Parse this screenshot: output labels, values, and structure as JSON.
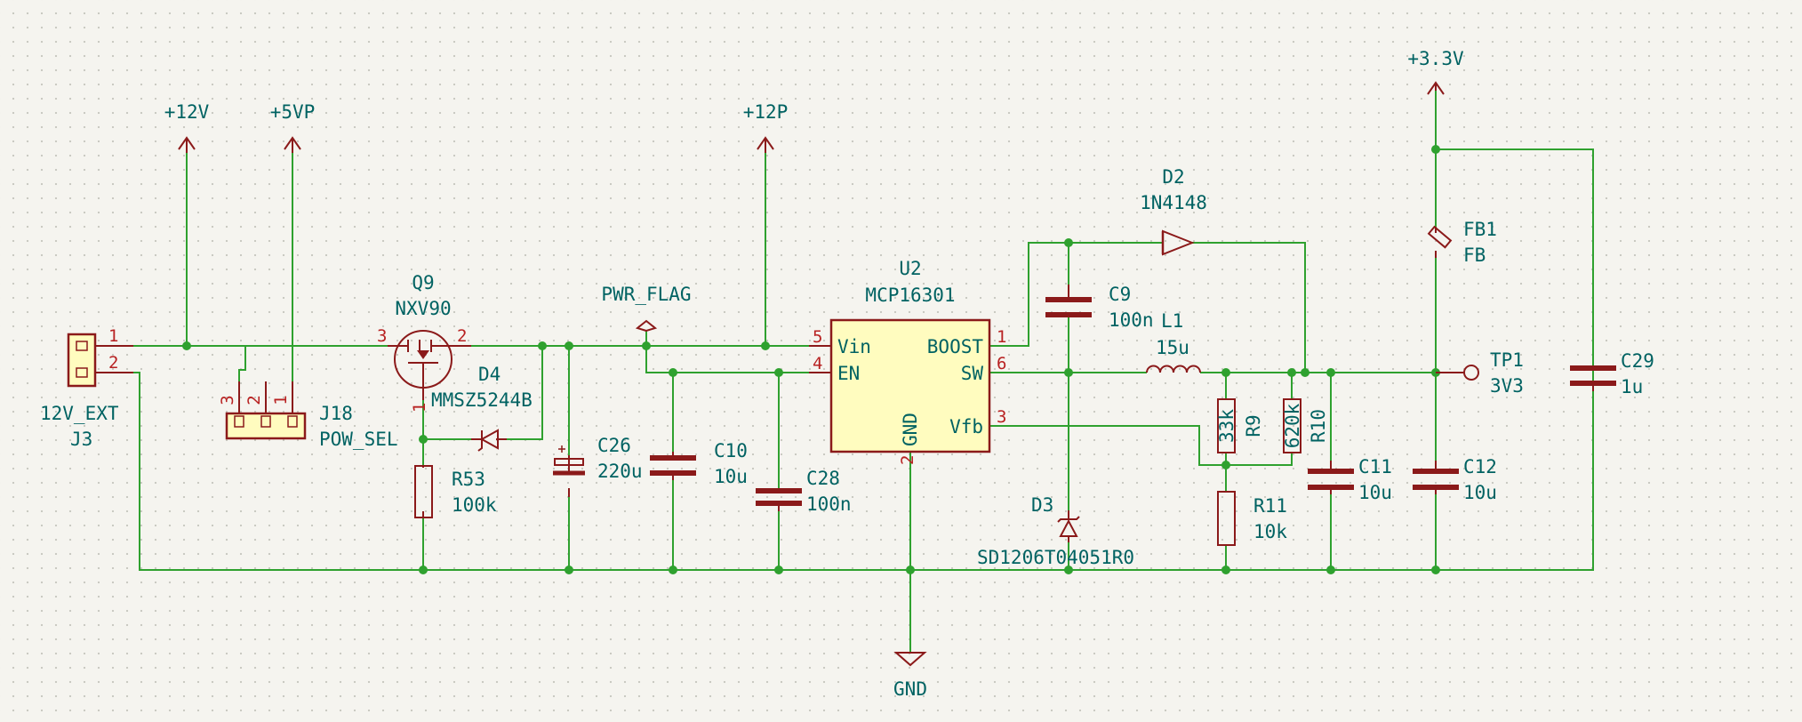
{
  "power": {
    "p12v": "+12V",
    "p5vp": "+5VP",
    "p12p": "+12P",
    "p33v": "+3.3V",
    "gnd": "GND",
    "pwr_flag": "PWR_FLAG"
  },
  "components": {
    "j3": {
      "value": "12V_EXT",
      "ref": "J3",
      "pins": [
        "1",
        "2"
      ]
    },
    "j18": {
      "ref": "J18",
      "value": "POW_SEL",
      "pins": [
        "3",
        "2",
        "1"
      ]
    },
    "q9": {
      "ref": "Q9",
      "value": "NXV90",
      "pins": [
        "3",
        "2",
        "1"
      ]
    },
    "d4": {
      "ref": "D4",
      "value": "MMSZ5244B"
    },
    "r53": {
      "ref": "R53",
      "value": "100k"
    },
    "c26": {
      "ref": "C26",
      "value": "220u"
    },
    "c10": {
      "ref": "C10",
      "value": "10u"
    },
    "c28": {
      "ref": "C28",
      "value": "100n"
    },
    "u2": {
      "ref": "U2",
      "value": "MCP16301",
      "pin_names": {
        "vin": "Vin",
        "en": "EN",
        "gnd": "GND",
        "boost": "BOOST",
        "sw": "SW",
        "vfb": "Vfb"
      },
      "pin_numbers": {
        "vin": "5",
        "en": "4",
        "gnd": "2",
        "boost": "1",
        "sw": "6",
        "vfb": "3"
      }
    },
    "c9": {
      "ref": "C9",
      "value": "100n"
    },
    "d2": {
      "ref": "D2",
      "value": "1N4148"
    },
    "l1": {
      "ref": "L1",
      "value": "15u"
    },
    "d3": {
      "ref": "D3",
      "value": "SD1206T04051R0"
    },
    "r9": {
      "ref": "R9",
      "value": "33k"
    },
    "r10": {
      "ref": "R10",
      "value": "620k"
    },
    "r11": {
      "ref": "R11",
      "value": "10k"
    },
    "c11": {
      "ref": "C11",
      "value": "10u"
    },
    "c12": {
      "ref": "C12",
      "value": "10u"
    },
    "fb1": {
      "ref": "FB1",
      "value": "FB"
    },
    "tp1": {
      "ref": "TP1",
      "value": "3V3"
    },
    "c29": {
      "ref": "C29",
      "value": "1u"
    }
  },
  "colors": {
    "background": "#f5f4ef",
    "wire": "#2fa12f",
    "symbol": "#8b1a1a",
    "symbol_fill": "#fffcbf",
    "text": "#006262",
    "pin_number": "#b82222"
  }
}
